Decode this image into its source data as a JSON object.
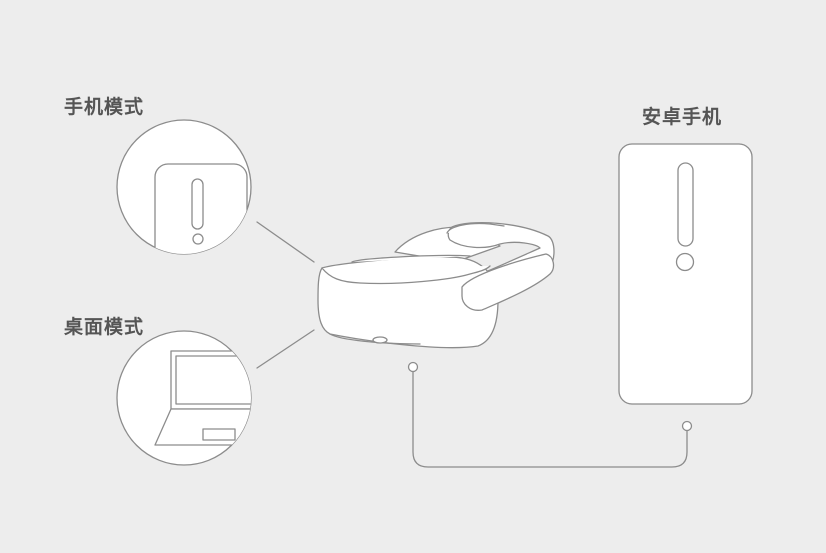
{
  "labels": {
    "phone_mode": "手机模式",
    "desktop_mode": "桌面模式",
    "android_phone": "安卓手机"
  },
  "colors": {
    "background": "#ededed",
    "stroke": "#8c8c8c",
    "fill": "#ffffff",
    "text": "#555555"
  },
  "icons": [
    "phone-mode-icon",
    "laptop-icon",
    "vr-headset-icon",
    "android-phone-icon",
    "cable-icon"
  ]
}
